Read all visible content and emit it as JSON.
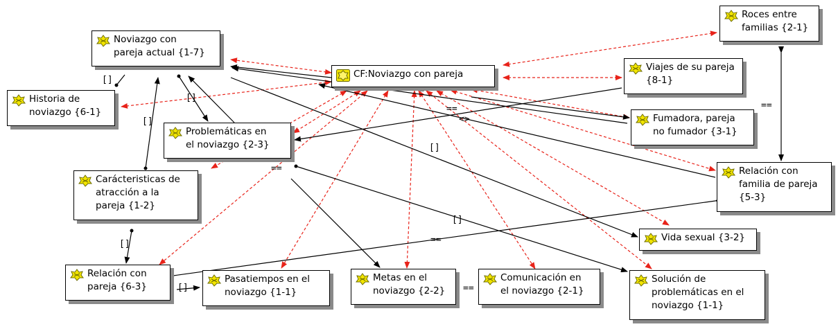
{
  "nodes": {
    "noviazgo_actual": {
      "line1": "Noviazgo con",
      "line2": "pareja actual {1-7}"
    },
    "cf_noviazgo": {
      "line1": "CF:Noviazgo con pareja"
    },
    "roces": {
      "line1": "Roces entre",
      "line2": "familias {2-1}"
    },
    "historia": {
      "line1": "Historia de",
      "line2": "noviazgo {6-1}"
    },
    "viajes": {
      "line1": "Viajes de su pareja",
      "line2": "{8-1}"
    },
    "problematicas": {
      "line1": "Problemáticas en",
      "line2": "el noviazgo {2-3}"
    },
    "fumadora": {
      "line1": "Fumadora, pareja",
      "line2": "no fumador {3-1}"
    },
    "caracteristicas": {
      "line1": "Carácteristicas de",
      "line2": "atracción a la",
      "line3": "pareja {1-2}"
    },
    "relacion_familia": {
      "line1": "Relación con",
      "line2": "familia de pareja",
      "line3": "{5-3}"
    },
    "vida_sexual": {
      "line1": "Vida sexual {3-2}"
    },
    "relacion_pareja": {
      "line1": "Relación con",
      "line2": "pareja {6-3}"
    },
    "pasatiempos": {
      "line1": "Pasatiempos en el",
      "line2": "noviazgo {1-1}"
    },
    "metas": {
      "line1": "Metas en el",
      "line2": "noviazgo {2-2}"
    },
    "comunicacion": {
      "line1": "Comunicación en",
      "line2": "el noviazgo {2-1}"
    },
    "solucion": {
      "line1": "Solución de",
      "line2": "problemáticas en el",
      "line3": "noviazgo {1-1}"
    }
  },
  "edge_labels": {
    "l1": "[]",
    "l2": "[]",
    "l3": "[]",
    "l4": "<>",
    "l5": "==",
    "l6": "<>",
    "l7": "[]",
    "l8": "==",
    "l9": "[]",
    "l10": "==",
    "l11": "[]",
    "l12": "[]",
    "l13": "==",
    "l14": "=="
  },
  "colors": {
    "causal": "#000000",
    "association": "#e8231a",
    "node_border": "#000000",
    "shadow": "#8a8a8a",
    "icon_fill": "#f2e400"
  }
}
